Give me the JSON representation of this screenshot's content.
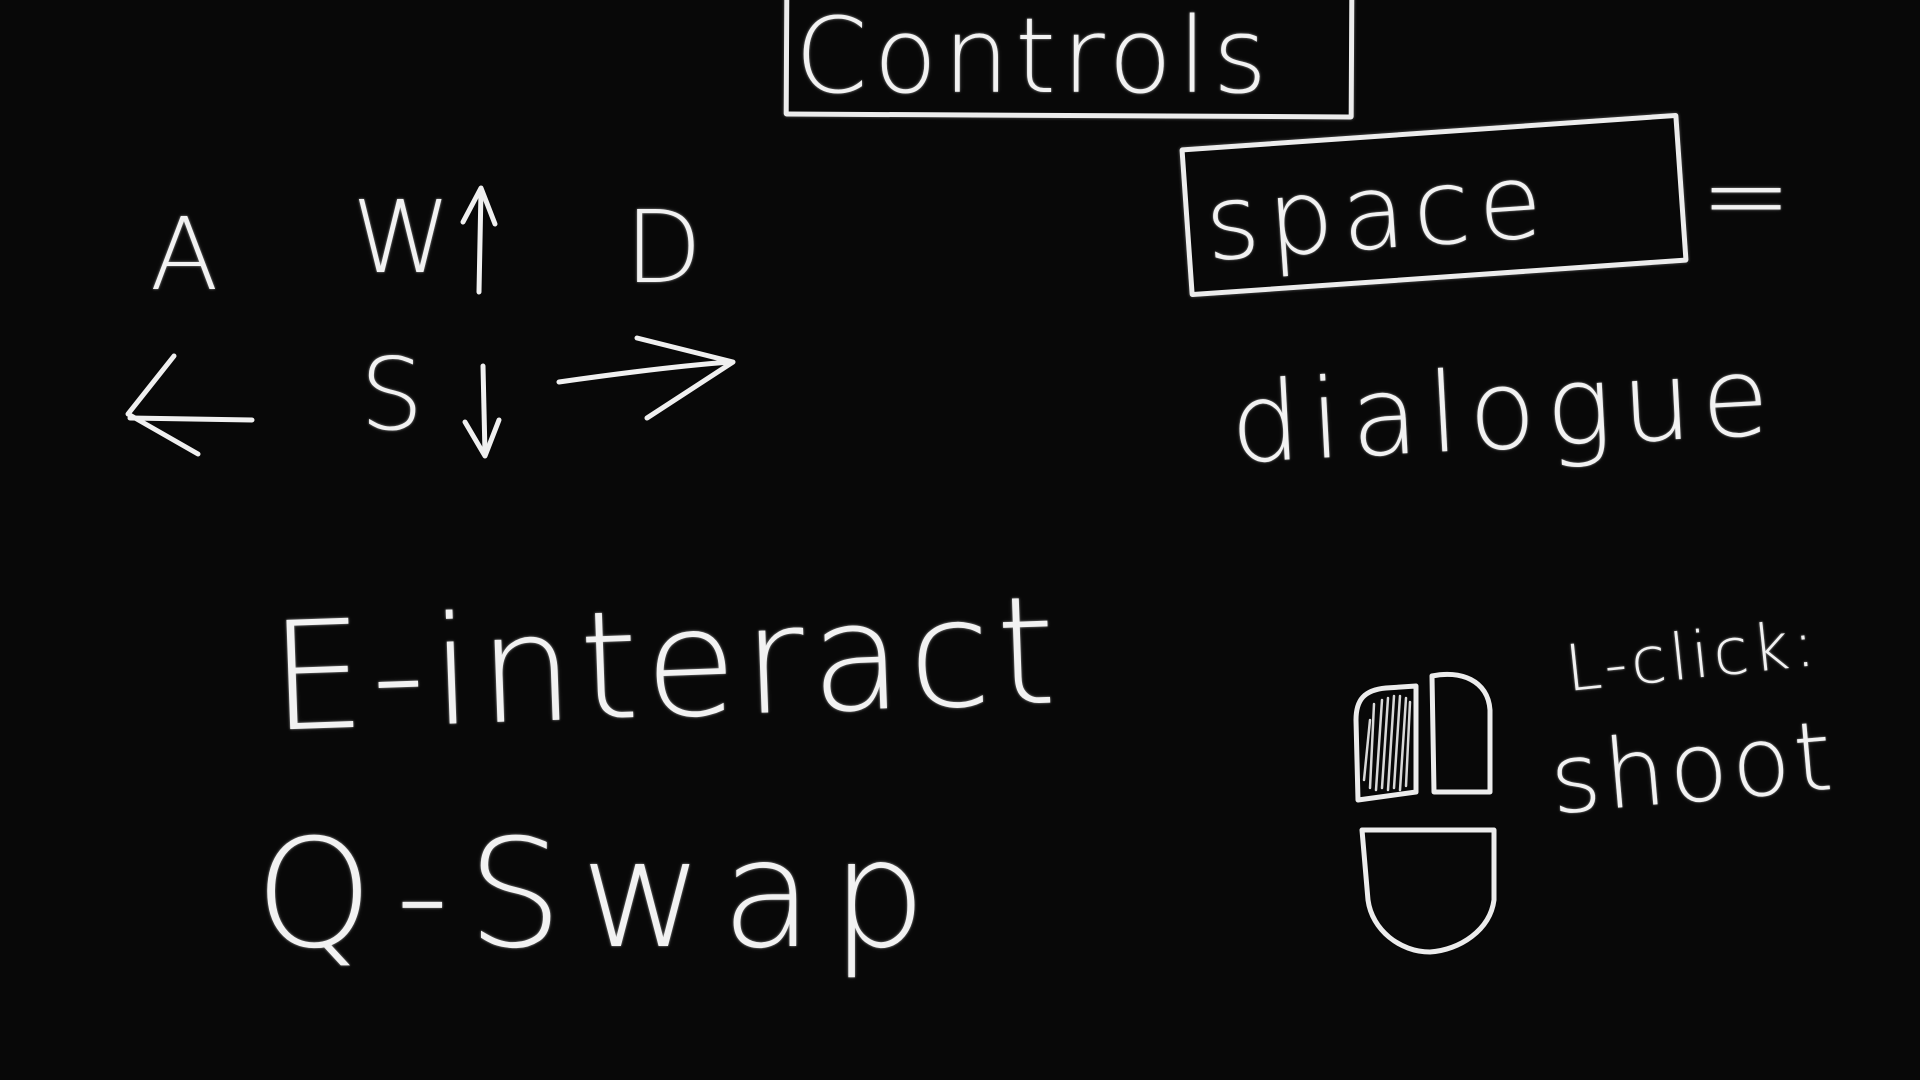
{
  "title": "Controls",
  "movement": {
    "up_key": "W",
    "left_key": "A",
    "down_key": "S",
    "right_key": "D",
    "up_arrow": "up-arrow-icon",
    "down_arrow": "down-arrow-icon",
    "left_arrow": "left-arrow-icon",
    "right_arrow": "right-arrow-icon"
  },
  "space": {
    "key": "space",
    "separator": "=",
    "action": "dialogue"
  },
  "interact": {
    "text": "E-interact"
  },
  "swap": {
    "text": "Q-Swap"
  },
  "mouse": {
    "icon": "mouse-icon",
    "label": "L-click:",
    "action": "shoot"
  },
  "colors": {
    "background": "#080808",
    "chalk": "#f2f2f2"
  }
}
